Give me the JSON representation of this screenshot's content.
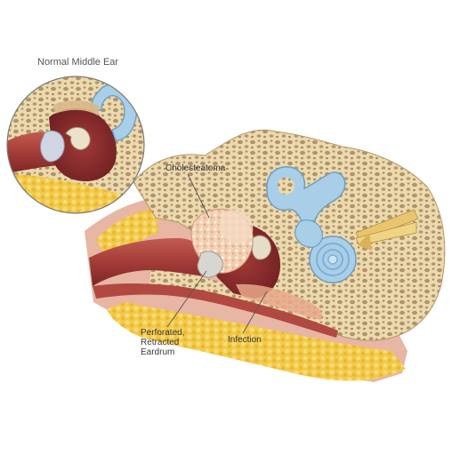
{
  "labels": {
    "inset_title": "Normal Middle Ear",
    "cholesteatoma": "Cholesteatoma",
    "perforated_line1": "Perforated,",
    "perforated_line2": "Retracted",
    "perforated_line3": "Eardrum",
    "infection": "Infection"
  },
  "colors": {
    "bone_fill": "#e9d6a8",
    "bone_pores": "#8a6a45",
    "canal_skin": "#a63f3a",
    "middle_ear_cavity": "#8d2a2b",
    "fat_tissue": "#f2c84a",
    "cochlea": "#a9cfe8",
    "cholesteatoma": "#f0c6a6",
    "label_text": "#3a3a3a"
  }
}
